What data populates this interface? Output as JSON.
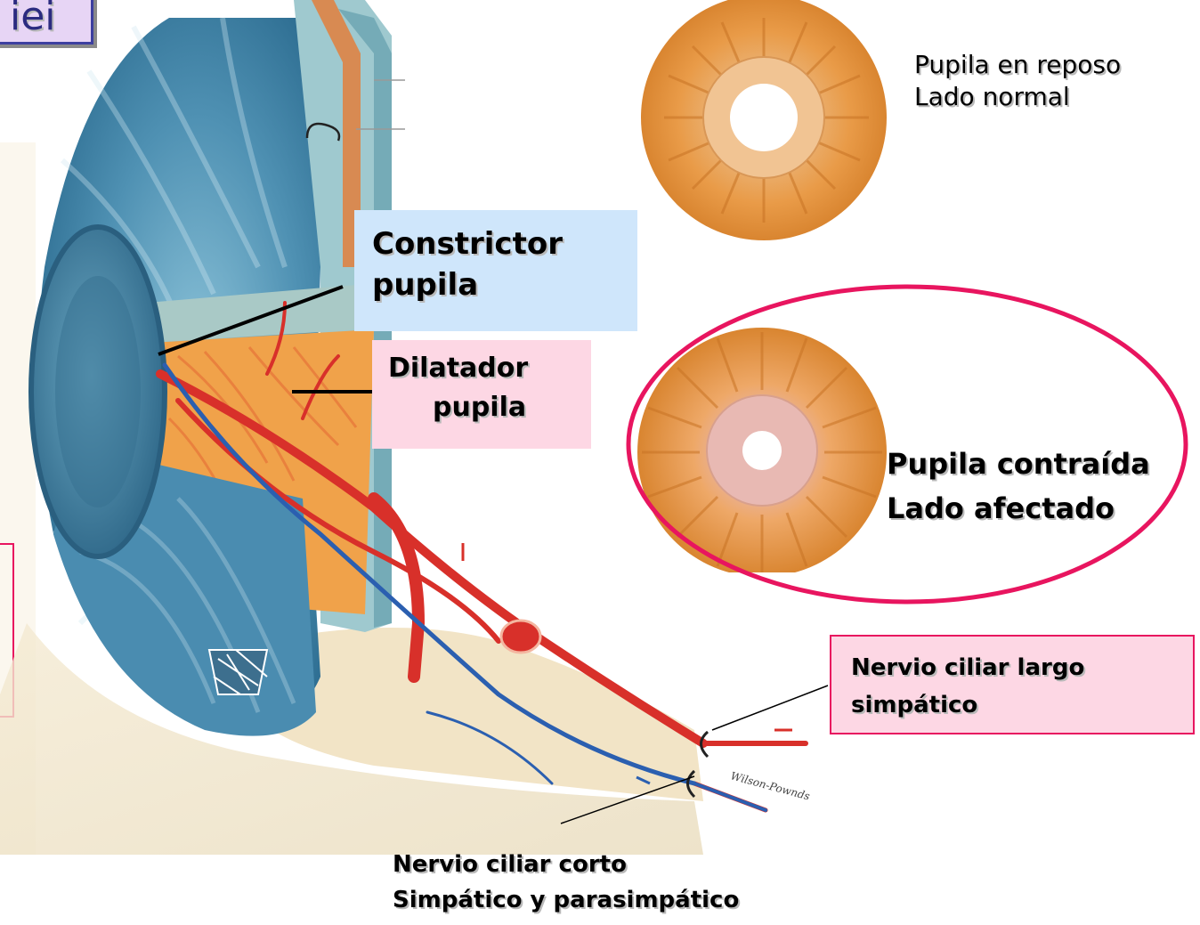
{
  "corner_label": "iei",
  "labels": {
    "constrictor": [
      "Constrictor",
      "pupila"
    ],
    "dilatador": [
      "Dilatador",
      "pupila"
    ],
    "reposo": [
      "Pupila en reposo",
      "Lado normal"
    ],
    "contraida": [
      "Pupila contraída",
      "Lado afectado"
    ],
    "largo": [
      "Nervio ciliar largo",
      "simpático"
    ],
    "corto": [
      "Nervio ciliar corto",
      "Simpático y parasimpático"
    ]
  },
  "colors": {
    "iris_blue": "#4f91b3",
    "iris_dark": "#2f6f93",
    "muscle_orange": "#f0a24a",
    "artery_red": "#d8302a",
    "nerve_blue": "#2b5fb0",
    "ellipse_magenta": "#e8155f",
    "constrictor_box": "#cfe6fb",
    "pink_box": "#fdd7e4",
    "corner_box": "#e7d5f5",
    "corner_border": "#3d3fa0"
  }
}
